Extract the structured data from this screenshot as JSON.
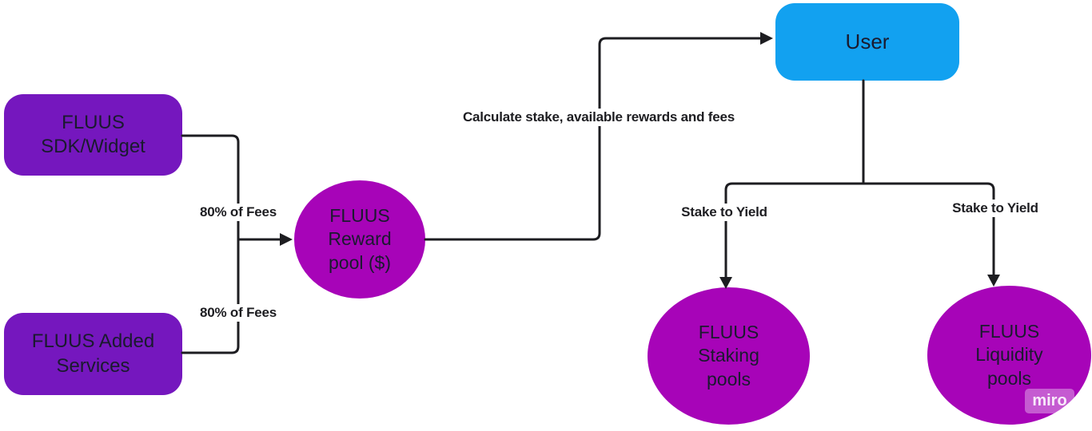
{
  "app": {
    "watermark": "miro"
  },
  "colors": {
    "background": "#FFFFFF",
    "purple_shape": "#7517BE",
    "magenta_shape": "#A704B8",
    "blue_shape": "#12A1F0",
    "connector": "#1D1D21",
    "shape_text": "#1A1A2E"
  },
  "nodes": {
    "sdk_widget": {
      "label": "FLUUS\nSDK/Widget"
    },
    "added_services": {
      "label": "FLUUS Added\nServices"
    },
    "reward_pool": {
      "label": "FLUUS\nReward\npool ($)"
    },
    "user": {
      "label": "User"
    },
    "staking_pools": {
      "label": "FLUUS\nStaking\npools"
    },
    "liquidity_pools": {
      "label": "FLUUS\nLiquidity\npools"
    }
  },
  "edge_labels": {
    "fees_top": "80% of Fees",
    "fees_bottom": "80% of Fees",
    "calculate": "Calculate stake, available rewards and fees",
    "stake_left": "Stake to Yield",
    "stake_right": "Stake to Yield"
  }
}
